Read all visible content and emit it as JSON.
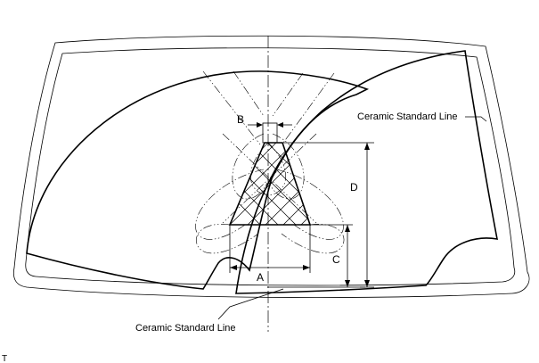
{
  "labels": {
    "dim_a": "A",
    "dim_b": "B",
    "dim_c": "C",
    "dim_d": "D",
    "ceramic_right": "Ceramic Standard Line",
    "ceramic_bottom": "Ceramic Standard Line",
    "corner_mark": "T"
  }
}
